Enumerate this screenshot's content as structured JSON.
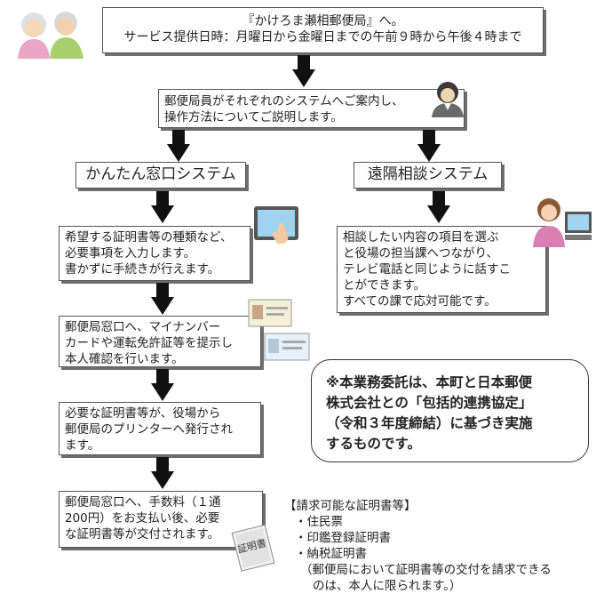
{
  "top_box": {
    "line1": "『かけろま瀬相郵便局』へ。",
    "line2": "サービス提供日時：月曜日から金曜日までの午前９時から午後４時まで"
  },
  "guide_box": {
    "lines": [
      "郵便局員がそれぞれのシステムへご案内し、",
      "操作方法についてご説明します。"
    ]
  },
  "left_title": "かんたん窓口システム",
  "right_title": "遠隔相談システム",
  "left_steps": [
    {
      "lines": [
        "希望する証明書等の種類など、",
        "必要事項を入力します。",
        "書かずに手続きが行えます。"
      ]
    },
    {
      "lines": [
        "郵便局窓口へ、マイナンバー",
        "カードや運転免許証等を提示し",
        "本人確認を行います。"
      ]
    },
    {
      "lines": [
        "必要な証明書等が、役場から",
        "郵便局のプリンターへ発行され",
        "ます。"
      ]
    },
    {
      "lines": [
        "郵便局窓口へ、手数料（１通",
        "200円）をお支払い後、必要",
        "な証明書等が交付されます。"
      ]
    }
  ],
  "right_step": {
    "lines": [
      "相談したい内容の項目を選ぶ",
      "と役場の担当課へつながり、",
      "テレビ電話と同じように話すこ",
      "とができます。",
      "すべての課で応対可能です。"
    ]
  },
  "note": {
    "lines": [
      "※本業務委託は、本町と日本郵便",
      "株式会社との「包括的連携協定」",
      "（令和３年度締結）に基づき実施",
      "するものです。"
    ]
  },
  "cert_list": {
    "heading": "【請求可能な証明書等】",
    "items": [
      "・住民票",
      "・印鑑登録証明書",
      "・納税証明書"
    ],
    "footnote": [
      "（郵便局において証明書等の交付を請求できる",
      "のは、本人に限られます。）"
    ]
  },
  "certificate_stamp": "証明書",
  "icons": {
    "elderly_couple": "elderly-couple-icon",
    "clerk": "postal-clerk-icon",
    "touchscreen": "touch-screen-icon",
    "id_cards": "id-card-icon",
    "video_call": "video-call-operator-icon",
    "certificate": "certificate-document-icon"
  },
  "colors": {
    "arrow": "#111111",
    "shadow": "#6e6e6e",
    "border": "#555555"
  }
}
